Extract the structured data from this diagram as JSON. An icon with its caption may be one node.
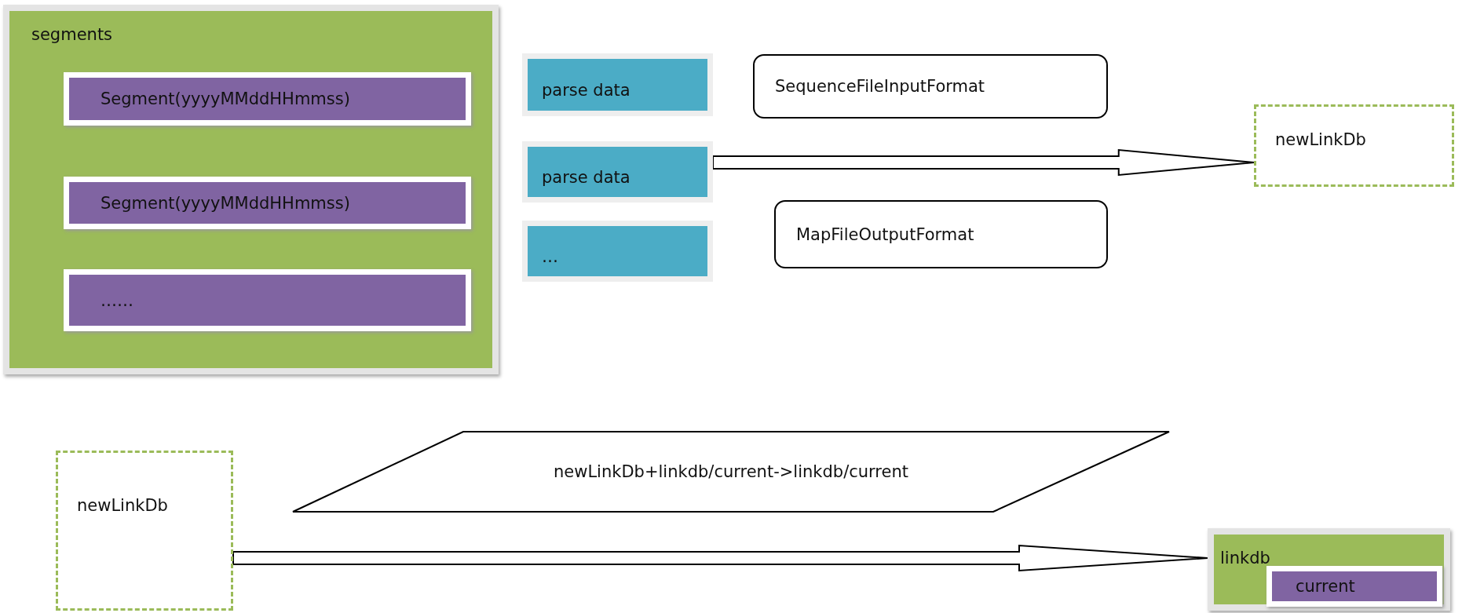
{
  "diagram": {
    "nodes": [
      {
        "text": [
          "segments"
        ]
      },
      {
        "text": [
          "Segment(yyyyMMddHHmmss)"
        ],
        "in": 0
      },
      {
        "text": [
          "Segment(yyyyMMddHHmmss)"
        ],
        "in": 0
      },
      {
        "text": [
          "……"
        ],
        "in": 0
      },
      {
        "text": [
          "parse  data"
        ]
      },
      {
        "text": [
          "parse  data"
        ]
      },
      {
        "text": [
          "…"
        ]
      },
      {
        "text": [
          "SequenceFileInputFormat"
        ]
      },
      {
        "text": [
          "MapFileOutputFormat"
        ]
      },
      {
        "text": [
          "newLinkDb"
        ]
      },
      {
        "text": [
          "newLinkDb"
        ]
      },
      {
        "text": [
          "newLinkDb+linkdb/current->linkdb/current"
        ]
      },
      {
        "text": [
          "linkdb"
        ]
      },
      {
        "text": [
          "current"
        ],
        "in": 12
      }
    ],
    "edges": [
      {
        "from": 5,
        "to": 9,
        "arrow": "to",
        "style": "thick"
      },
      {
        "from": 10,
        "to": 12,
        "arrow": "to",
        "style": "thick"
      }
    ]
  }
}
